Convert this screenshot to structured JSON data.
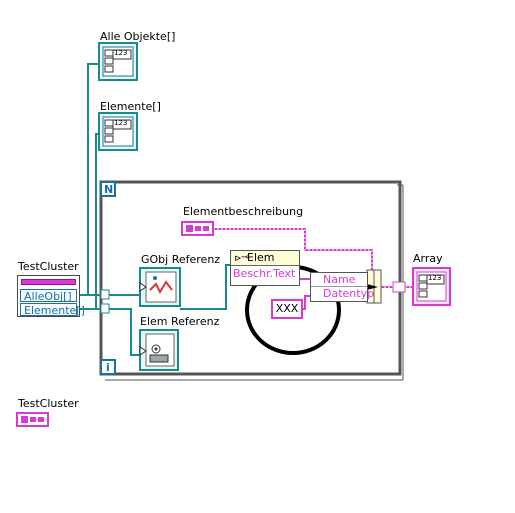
{
  "labels": {
    "alle_objekte": "Alle Objekte[]",
    "elemente": "Elemente[]",
    "elementbeschreibung": "Elementbeschreibung",
    "testcluster_top": "TestCluster",
    "gobj_referenz": "GObj Referenz",
    "elem_referenz": "Elem Referenz",
    "array": "Array",
    "testcluster_bottom": "TestCluster"
  },
  "cluster": {
    "field1": "AlleObj[]",
    "field2": "Elemente[]"
  },
  "loop": {
    "count_terminal": "N",
    "iteration_terminal": "i"
  },
  "unbundle": {
    "header": "Elem",
    "row": "Beschr.Text"
  },
  "bundle": {
    "row1": "Name",
    "row2": "Datentyp"
  },
  "constant": {
    "value": "XXX"
  },
  "indicator_text": "123",
  "colors": {
    "wire_teal": "#1a8a8a",
    "wire_pink": "#d63bd6",
    "loop_border": "#4a4a4a",
    "terminal_blue": "#1a6fa8",
    "highlight_circle": "#000000"
  }
}
